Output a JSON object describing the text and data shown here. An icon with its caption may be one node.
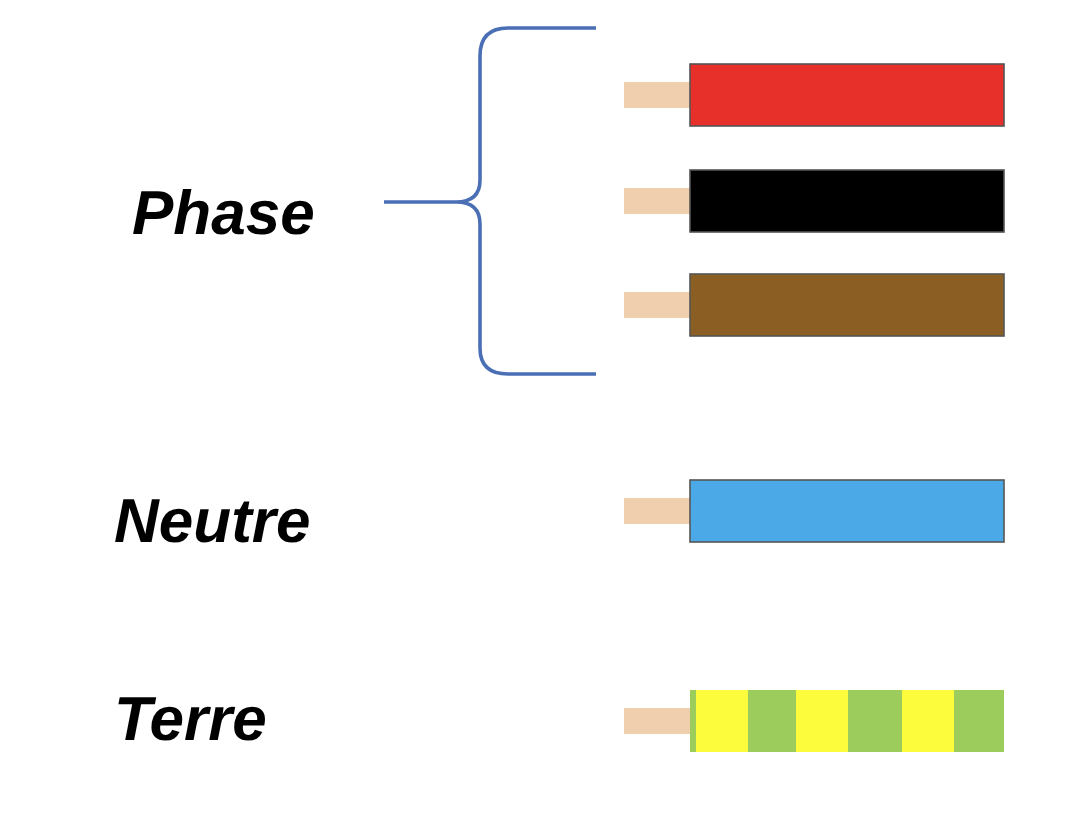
{
  "diagram": {
    "labels": [
      "Phase",
      "Neutre",
      "Terre"
    ]
  }
}
